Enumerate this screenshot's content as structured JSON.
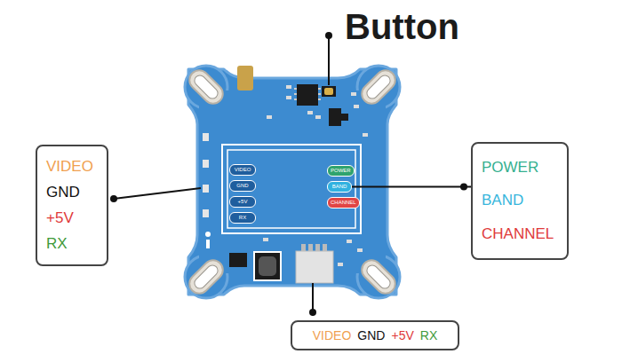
{
  "diagram": {
    "nodes": [
      {
        "text": [
          "VIDEO",
          "GND",
          "+5V",
          "RX"
        ]
      },
      {
        "text": [
          "VIDEO"
        ]
      },
      {
        "text": [
          "GND"
        ]
      },
      {
        "text": [
          "+5V"
        ]
      },
      {
        "text": [
          "RX"
        ]
      },
      {
        "text": [
          "POWER"
        ]
      },
      {
        "text": [
          "BAND"
        ]
      },
      {
        "text": [
          "CHANNEL"
        ]
      },
      {
        "text": [
          "POWER",
          "BAND",
          "CHANNEL"
        ]
      },
      {
        "text": [
          "VIDEO",
          "GND",
          "+5V",
          "RX"
        ]
      }
    ],
    "edges": [
      {
        "from": 6,
        "to": 8,
        "arrow": "none"
      }
    ],
    "labels": [
      "Button"
    ]
  }
}
